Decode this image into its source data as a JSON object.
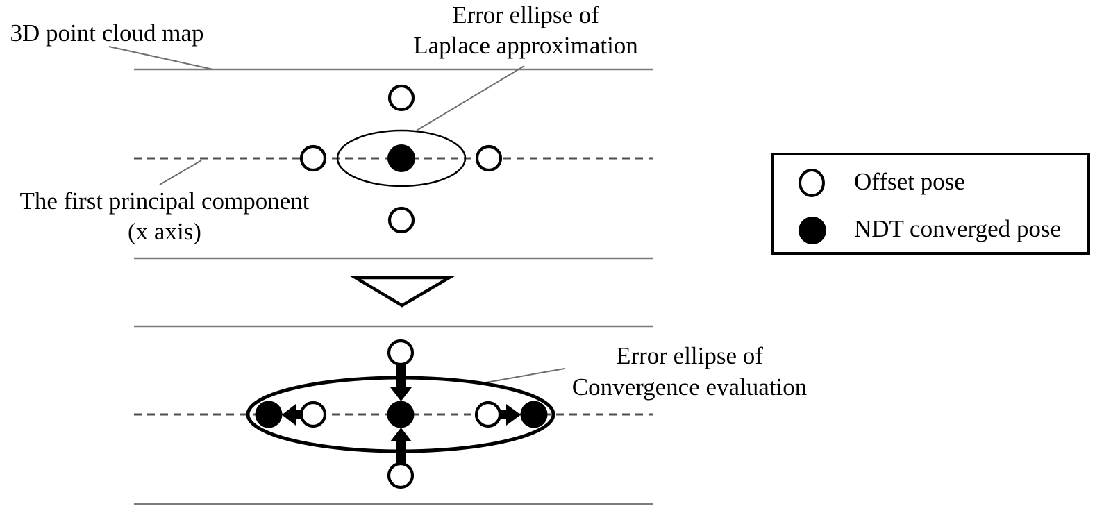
{
  "figure": {
    "labels": {
      "map": "3D point cloud map",
      "laplace_line1": "Error ellipse of",
      "laplace_line2": "Laplace approximation",
      "pca_line1": "The first principal component",
      "pca_line2": "(x axis)",
      "convergence_line1": "Error ellipse of",
      "convergence_line2": "Convergence evaluation"
    },
    "legend": {
      "items": [
        {
          "marker": "open-circle",
          "label": "Offset pose"
        },
        {
          "marker": "filled-circle",
          "label": "NDT converged pose"
        }
      ]
    },
    "colors": {
      "shape_black": "#000000",
      "map_line_gray": "#7d7d7d",
      "dashed_gray": "#4f4f4f",
      "leader_gray": "#6e6e6e",
      "text_black": "#000000",
      "background": "#ffffff"
    }
  }
}
